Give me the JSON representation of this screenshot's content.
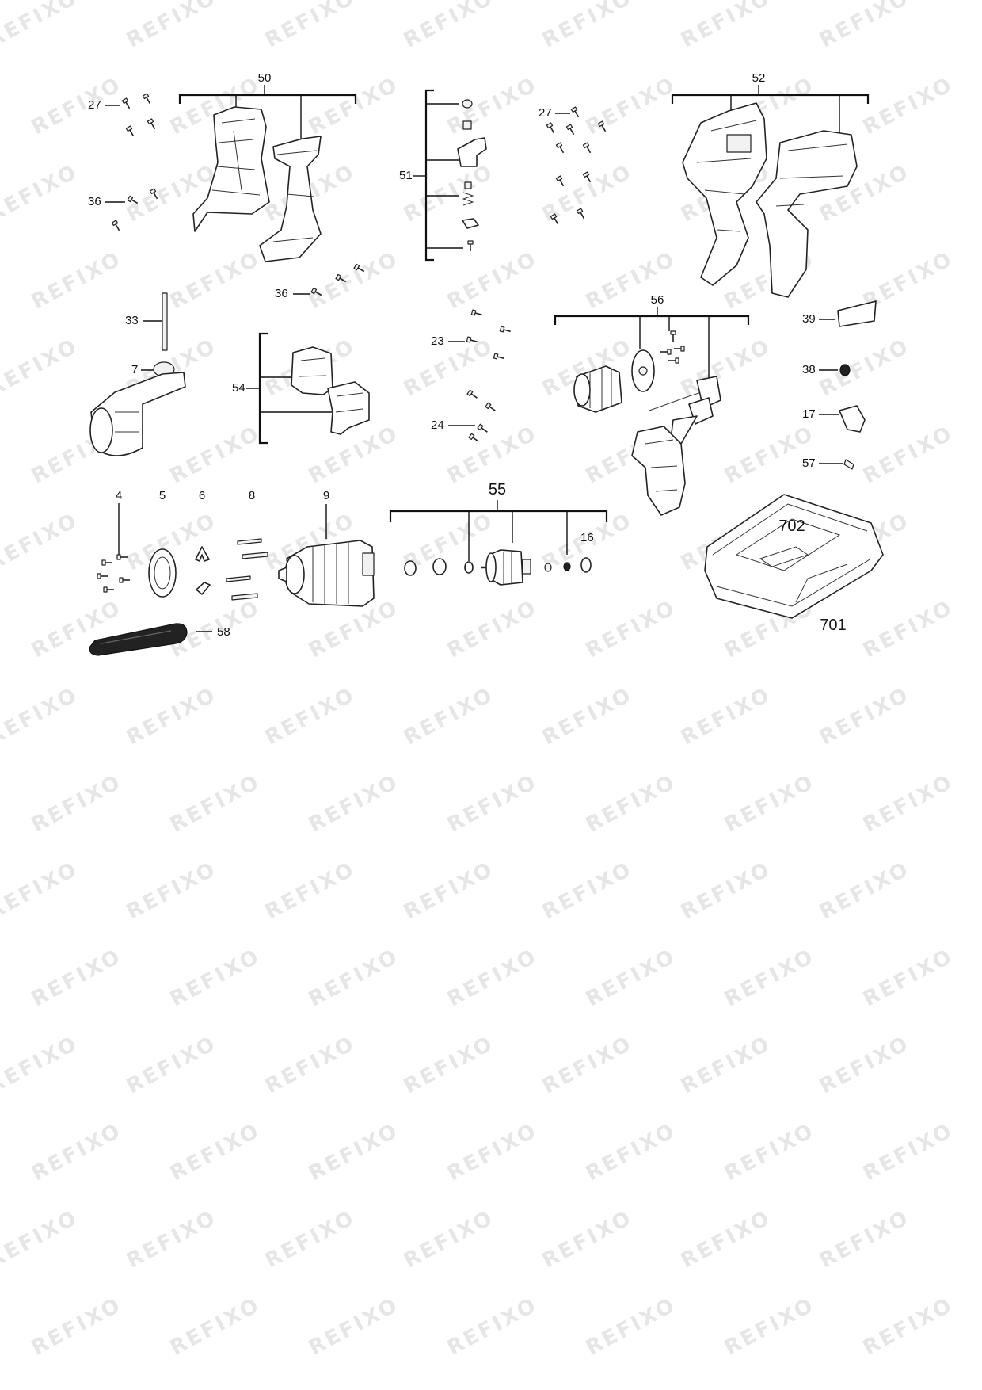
{
  "watermark": {
    "text": "REFIXO",
    "color": "#e6e6e6"
  },
  "labels": {
    "l27a": "27",
    "l36a": "36",
    "l50": "50",
    "l36b": "36",
    "l51": "51",
    "l27b": "27",
    "l52": "52",
    "l33": "33",
    "l7": "7",
    "l54": "54",
    "l23": "23",
    "l24": "24",
    "l56": "56",
    "l39": "39",
    "l38": "38",
    "l17": "17",
    "l57": "57",
    "l4": "4",
    "l5": "5",
    "l6": "6",
    "l8": "8",
    "l9": "9",
    "l55": "55",
    "l16": "16",
    "l58": "58",
    "l702": "702",
    "l701": "701"
  },
  "icons": {
    "screw": "screw-icon",
    "housing": "housing-half-icon",
    "switch": "switch-icon",
    "motor": "motor-icon",
    "gearbox": "gearbox-icon",
    "case": "carry-case-icon"
  }
}
